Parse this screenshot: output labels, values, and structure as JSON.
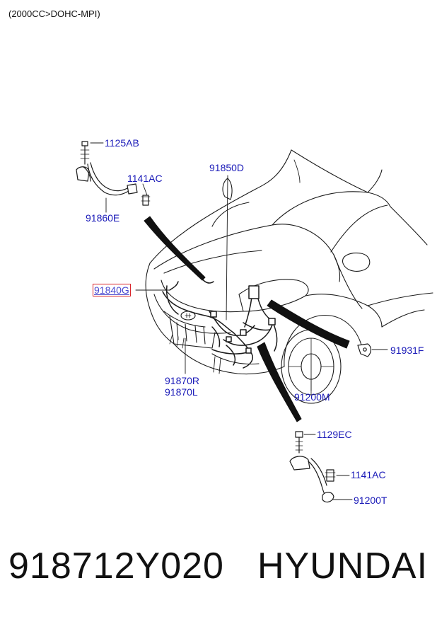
{
  "header": {
    "engine_spec": "(2000CC>DOHC-MPI)"
  },
  "labels": {
    "p1125ab": "1125AB",
    "p1141ac_top": "1141AC",
    "p91860e": "91860E",
    "p91850d": "91850D",
    "p91840g": "91840G",
    "p91931f": "91931F",
    "p91870r": "91870R",
    "p91870l": "91870L",
    "p91200m": "91200M",
    "p1129ec": "1129EC",
    "p1141ac_bottom": "1141AC",
    "p91200t": "91200T"
  },
  "footer": {
    "part_number": "918712Y020",
    "brand": "HYUNDAI"
  },
  "colors": {
    "callout_text": "#1a1ab8",
    "highlight_border": "#d9262c",
    "line_art": "#1b1b1b"
  }
}
